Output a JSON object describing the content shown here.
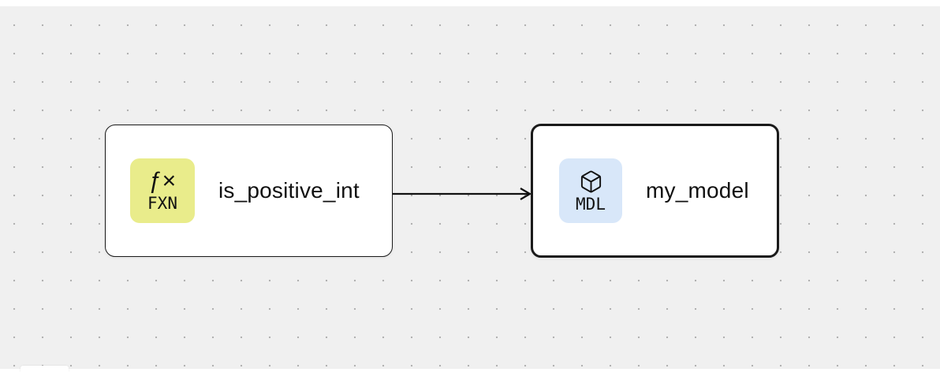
{
  "canvas": {
    "background_color": "#f0f0f0",
    "dot_color": "#b1b1b1",
    "top_strip_color": "#ffffff",
    "bottom_strip_color": "#ffffff"
  },
  "nodes": [
    {
      "id": "is_positive_int",
      "type": "function",
      "title": "is_positive_int",
      "selected": false,
      "border_color": "#1a1a1a",
      "badge": {
        "icon": "function-icon",
        "glyph": "ƒ×",
        "label": "FXN",
        "color": "#e9ec8b"
      }
    },
    {
      "id": "my_model",
      "type": "model",
      "title": "my_model",
      "selected": true,
      "border_color": "#111111",
      "badge": {
        "icon": "cube-icon",
        "label": "MDL",
        "color": "#d8e7f9"
      }
    }
  ],
  "edges": [
    {
      "from": "is_positive_int",
      "to": "my_model",
      "color": "#111111",
      "arrowhead": "open"
    }
  ]
}
